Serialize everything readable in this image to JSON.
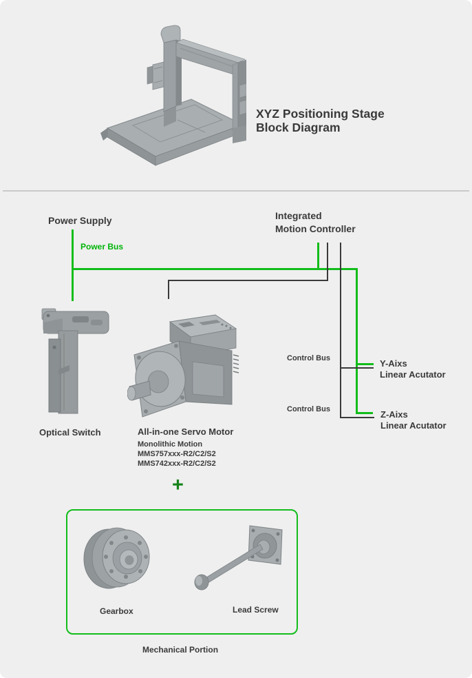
{
  "header": {
    "title_line1": "XYZ Positioning Stage",
    "title_line2": "Block Diagram"
  },
  "diagram": {
    "power_supply_label": "Power Supply",
    "power_bus_label": "Power Bus",
    "controller_label_line1": "Integrated",
    "controller_label_line2": "Motion Controller",
    "optical_switch_label": "Optical Switch",
    "servo_motor": {
      "title": "All-in-one Servo Motor",
      "subtitle": "Monolithic Motion",
      "model1": "MMS757xxx-R2/C2/S2",
      "model2": "MMS742xxx-R2/C2/S2"
    },
    "y_axis": {
      "control_bus_label": "Control Bus",
      "name_line1": "Y-Aixs",
      "name_line2": "Linear Acutator"
    },
    "z_axis": {
      "control_bus_label": "Control Bus",
      "name_line1": "Z-Aixs",
      "name_line2": "Linear Acutator"
    },
    "plus_symbol": "+",
    "mechanical": {
      "gearbox_label": "Gearbox",
      "lead_screw_label": "Lead Screw",
      "box_label": "Mechanical Portion"
    }
  },
  "colors": {
    "accent_green": "#12bd1a",
    "text_green": "#00b408",
    "plus_green": "#15831a",
    "line_black": "#3a3a3a",
    "background": "#efefef",
    "text_dark": "#3a3a3a",
    "divider": "#c9c9c9"
  }
}
